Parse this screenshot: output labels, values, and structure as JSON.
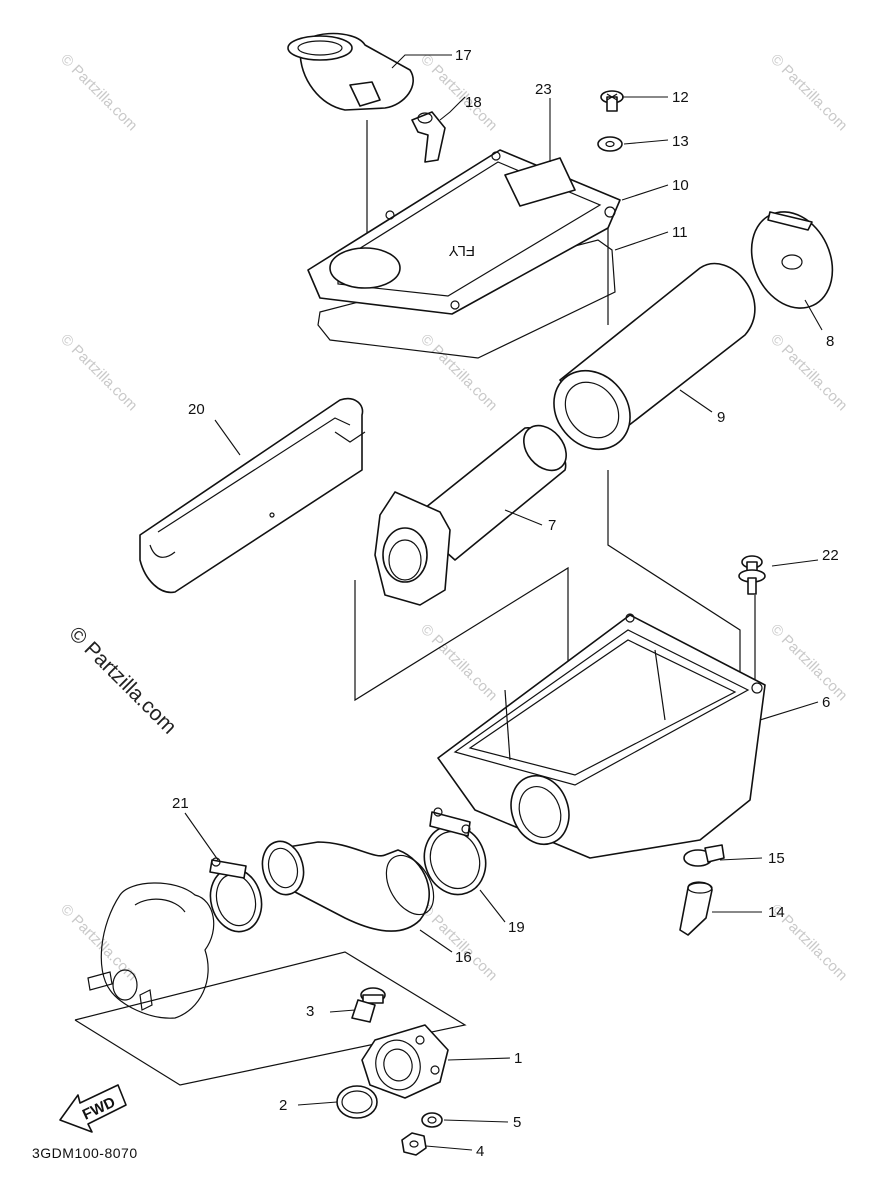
{
  "diagram_code": "3GDM100-8070",
  "watermark_text": "© Partzilla.com",
  "fwd_label": "FWD",
  "callouts": {
    "c1": "1",
    "c2": "2",
    "c3": "3",
    "c4": "4",
    "c5": "5",
    "c6": "6",
    "c7": "7",
    "c8": "8",
    "c9": "9",
    "c10": "10",
    "c11": "11",
    "c12": "12",
    "c13": "13",
    "c14": "14",
    "c15": "15",
    "c16": "16",
    "c17": "17",
    "c18": "18",
    "c19": "19",
    "c20": "20",
    "c21": "21",
    "c22": "22",
    "c23": "23"
  },
  "colors": {
    "line": "#111111",
    "background": "#ffffff",
    "watermark": "#c9c9c9"
  }
}
